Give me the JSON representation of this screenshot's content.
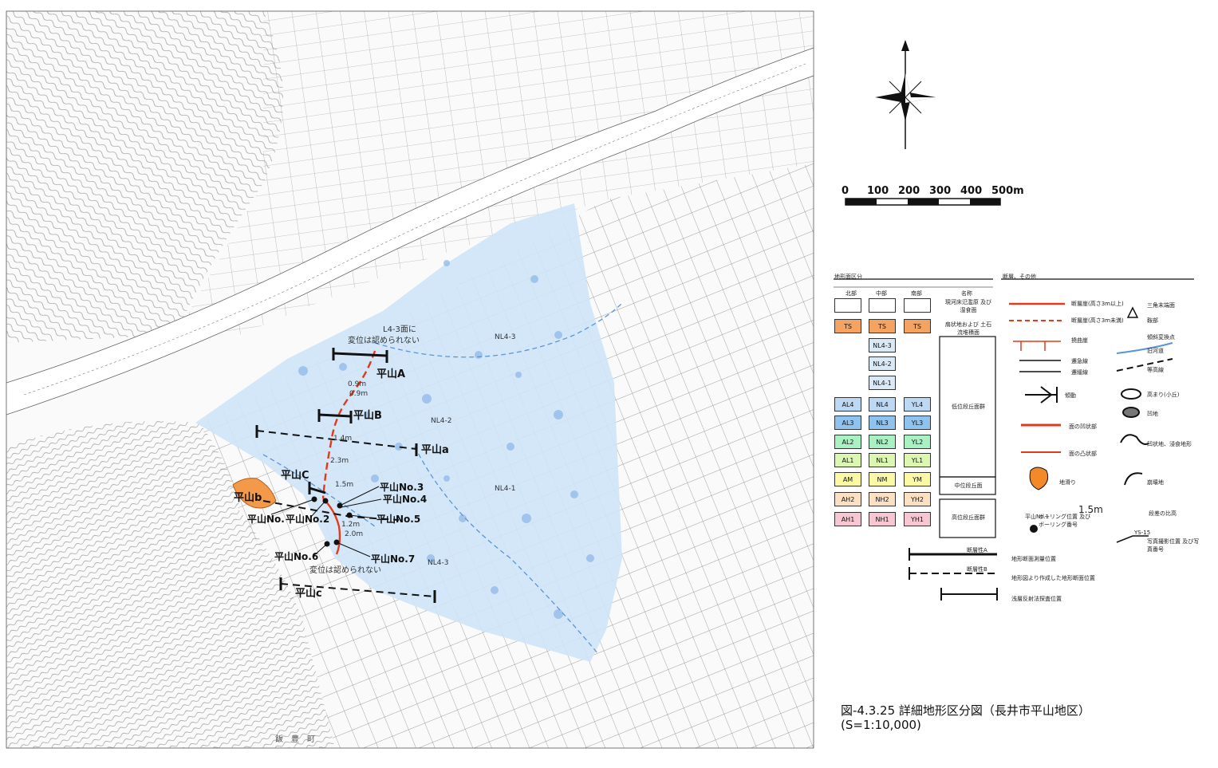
{
  "caption": {
    "line1": "図-4.3.25 詳細地形区分図（長井市平山地区）",
    "line2": "(S=1:10,000)"
  },
  "scale_bar": {
    "ticks": [
      "0",
      "100",
      "200",
      "300",
      "400",
      "500m"
    ]
  },
  "map_labels": {
    "hirayama_A": "平山A",
    "hirayama_B": "平山B",
    "hirayama_a": "平山a",
    "hirayama_C": "平山C",
    "hirayama_b": "平山b",
    "hirayama_c": "平山c",
    "no1": "平山No.",
    "no2": "平山No.2",
    "no3": "平山No.3",
    "no4": "平山No.4",
    "no5": "平山No.5",
    "no6": "平山No.6",
    "no7": "平山No.7",
    "note_top_1": "L4-3面に",
    "note_top_2": "変位は認められない",
    "note_bottom": "変位は認められない",
    "nl43_top": "NL4-3",
    "nl42": "NL4-2",
    "nl41": "NL4-1",
    "nl43_bottom": "NL4-3",
    "d1": "0.9m",
    "d2": "0.9m",
    "d3": "1.4m",
    "d4": "2.3m",
    "d5": "1.5m",
    "d6": "1.2m",
    "d7": "2.0m",
    "town": "飯　豊　町"
  },
  "legend_left": {
    "header": "地形面区分",
    "columns": [
      "北部",
      "中部",
      "南部",
      "名称"
    ],
    "rows": [
      {
        "n": "",
        "c": "",
        "s": "",
        "color": "#ffffff"
      },
      {
        "n": "TS",
        "c": "TS",
        "s": "TS",
        "color": "#f4a460"
      },
      {
        "n": "",
        "c": "NL4-3",
        "s": "",
        "color": "#dbe9f7"
      },
      {
        "n": "",
        "c": "NL4-2",
        "s": "",
        "color": "#dbe9f7"
      },
      {
        "n": "",
        "c": "NL4-1",
        "s": "",
        "color": "#dbe9f7"
      },
      {
        "n": "AL4",
        "c": "NL4",
        "s": "YL4",
        "color": "#bcd8f3"
      },
      {
        "n": "AL3",
        "c": "NL3",
        "s": "YL3",
        "color": "#8fc3ee"
      },
      {
        "n": "AL2",
        "c": "NL2",
        "s": "YL2",
        "color": "#a9f0c2"
      },
      {
        "n": "AL1",
        "c": "NL1",
        "s": "YL1",
        "color": "#dcf7b2"
      },
      {
        "n": "AM",
        "c": "NM",
        "s": "YM",
        "color": "#fbf8a6"
      },
      {
        "n": "AH2",
        "c": "NH2",
        "s": "YH2",
        "color": "#fbe0c4"
      },
      {
        "n": "AH1",
        "c": "NH1",
        "s": "YH1",
        "color": "#f8c6d2"
      }
    ],
    "names": [
      "現河床氾濫原 及び湿食面",
      "扇状地および 土石流堆積面",
      "低位段丘面群",
      "中位段丘面",
      "高位段丘面群"
    ]
  },
  "legend_right": {
    "header": "断層、その他",
    "items": [
      "断層崖(高さ3m以上)",
      "断層崖(高さ3m未満)",
      "撓曲崖",
      "遷急線",
      "遷緩線",
      "傾動",
      "面の凹状部",
      "面の凸状部",
      "地滑り",
      "三角末端面",
      "鞍部",
      "傾斜変換点",
      "旧河道",
      "等高線",
      "高まり(小丘)",
      "凹地",
      "凹状地、浸食地形",
      "崩壊地",
      "段差の比高",
      "ボーリング位置 及びボーリング番号",
      "写真撮影位置 及び写真番号"
    ],
    "stepsample": "1.5m",
    "bore_sample": "平山No.1",
    "photo_sample": "YS-15"
  },
  "legend_bottom": {
    "labels": [
      "地形断面測量位置",
      "地形図より作成した地形断面位置",
      "浅層反射法探査位置"
    ],
    "line_tags": [
      "断層性A",
      "断層性B"
    ]
  },
  "colors": {
    "lowland_blue": "#cfe4f7",
    "dot_blue": "#8fb9e8",
    "fault_red": "#e23a1c",
    "fan_orange": "#f29a4a",
    "river": "#9ec4ea"
  }
}
